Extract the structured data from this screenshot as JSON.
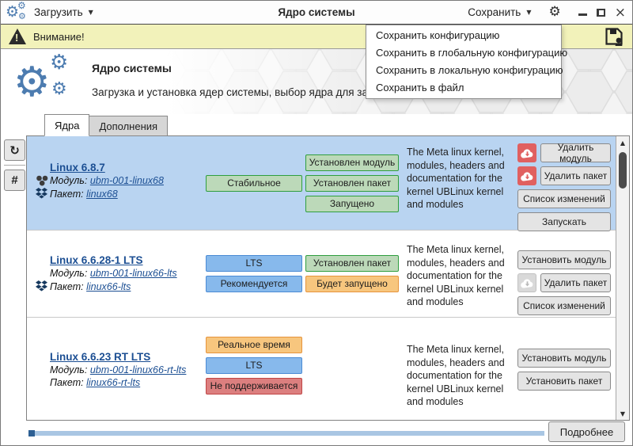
{
  "toolbar": {
    "load_menu": "Загрузить",
    "title": "Ядро системы",
    "save_menu": "Сохранить"
  },
  "warning_bar": {
    "label": "Внимание!"
  },
  "save_dropdown": {
    "items": [
      "Сохранить конфигурацию",
      "Сохранить в глобальную конфигурацию",
      "Сохранить в локальную конфигурацию",
      "Сохранить в файл"
    ]
  },
  "header": {
    "title": "Ядро системы",
    "subtitle": "Загрузка и установка ядер системы, выбор ядра для загрузки по умолчанию"
  },
  "tabs": {
    "kernels": "Ядра",
    "addons": "Дополнения"
  },
  "kernels": [
    {
      "name": "Linux 6.8.7",
      "module_label": "Модуль:",
      "module": "ubm-001-linux68",
      "package_label": "Пакет:",
      "package": "linux68",
      "badges1": [
        {
          "label": "Стабильное",
          "type": "green"
        }
      ],
      "badges2": [
        {
          "label": "Установлен модуль",
          "type": "green"
        },
        {
          "label": "Установлен пакет",
          "type": "green"
        },
        {
          "label": "Запущено",
          "type": "green"
        }
      ],
      "description": "The Meta linux kernel, modules, headers and documentation for the kernel UBLinux kernel and modules",
      "actions": [
        {
          "label": "Удалить модуль",
          "icon": "red-cloud-download"
        },
        {
          "label": "Удалить пакет",
          "icon": "red-cloud-download"
        },
        {
          "label": "Список изменений",
          "icon": ""
        },
        {
          "label": "Запускать",
          "icon": ""
        }
      ]
    },
    {
      "name": "Linux 6.6.28-1 LTS",
      "module_label": "Модуль:",
      "module": "ubm-001-linux66-lts",
      "package_label": "Пакет:",
      "package": "linux66-lts",
      "badges1": [
        {
          "label": "LTS",
          "type": "blue"
        },
        {
          "label": "Рекомендуется",
          "type": "blue"
        }
      ],
      "badges2": [
        {
          "label": "Установлен пакет",
          "type": "green"
        },
        {
          "label": "Будет запущено",
          "type": "orange"
        }
      ],
      "description": "The Meta linux kernel, modules, headers and documentation for the kernel UBLinux kernel and modules",
      "actions": [
        {
          "label": "Установить модуль",
          "icon": ""
        },
        {
          "label": "Удалить пакет",
          "icon": "gray-cloud-download"
        },
        {
          "label": "Список изменений",
          "icon": ""
        }
      ]
    },
    {
      "name": "Linux 6.6.23 RT LTS",
      "module_label": "Модуль:",
      "module": "ubm-001-linux66-rt-lts",
      "package_label": "Пакет:",
      "package": "linux66-rt-lts",
      "badges1": [
        {
          "label": "Реальное время",
          "type": "orange"
        },
        {
          "label": "LTS",
          "type": "blue"
        },
        {
          "label": "Не поддерживается",
          "type": "red"
        }
      ],
      "badges2": [],
      "description": "The Meta linux kernel, modules, headers and documentation for the kernel UBLinux kernel and modules",
      "actions": [
        {
          "label": "Установить модуль",
          "icon": ""
        },
        {
          "label": "Установить пакет",
          "icon": ""
        }
      ]
    }
  ],
  "footer": {
    "details_button": "Подробнее"
  },
  "icons": {
    "gear": "⚙",
    "dropdown_arrow": "▼",
    "refresh": "↻",
    "hash": "#",
    "close": "×",
    "scroll_up": "▲",
    "scroll_down": "▼"
  },
  "colors": {
    "selected_row": "#b9d4f1",
    "badge_green_bg": "#bcd9b9",
    "badge_green_border": "#2f9e3f",
    "badge_blue_bg": "#87b9ec",
    "badge_blue_border": "#4b8bd4",
    "badge_orange_bg": "#f7c67e",
    "badge_orange_border": "#e6943c",
    "badge_red_bg": "#dc7f7f",
    "badge_red_border": "#c04545",
    "warning_bar_bg": "#f2f2ba",
    "accent_blue": "#4d7cb0",
    "link_blue": "#1c4f93",
    "danger_icon_bg": "#e06060",
    "progress_track": "#a9c6e3",
    "progress_lead": "#2d5f93"
  }
}
